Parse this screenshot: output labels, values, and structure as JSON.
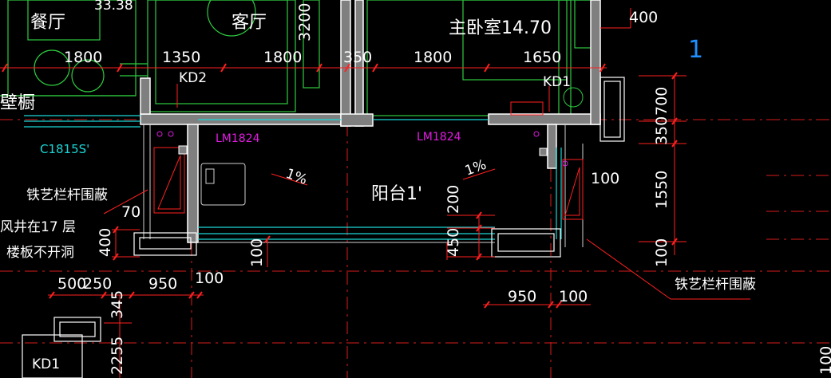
{
  "drawing": {
    "rooms": {
      "dining": "餐厅",
      "living": "客厅",
      "master_bedroom": "主卧室14.70",
      "balcony": "阳台1'",
      "cabinet_fragment": "壁橱",
      "top_left_cut": "33.38"
    },
    "sheet_number": "1",
    "top_dimensions": [
      "1800",
      "1350",
      "1800",
      "350",
      "1800",
      "1650"
    ],
    "vertical_top_dim": "3200",
    "right_top_dim": "400",
    "right_vertical_dims": [
      "700",
      "350",
      "1550",
      "100"
    ],
    "door_labels": {
      "kd2": "KD2",
      "kd1_top": "KD1",
      "kd1_bottom": "KD1"
    },
    "window_labels": {
      "c1815": "C1815S'",
      "lm_left": "LM1824",
      "lm_right": "LM1824"
    },
    "slopes": {
      "left": "1%",
      "right": "1%"
    },
    "railing_notes": {
      "left": "铁艺栏杆围蔽",
      "right": "铁艺栏杆围蔽"
    },
    "shaft_note": {
      "line1": "风井在17 层",
      "line2": "楼板不开洞"
    },
    "balcony_dims": {
      "d70": "70",
      "d400": "400",
      "d100_left": "100",
      "d200": "200",
      "d450": "450",
      "d100_right": "100"
    },
    "bottom_dims": {
      "d500": "500",
      "d250": "250",
      "d950_left": "950",
      "d100_left": "100",
      "d950_right": "950",
      "d100_right": "100"
    },
    "left_vertical_dims": {
      "d345": "345",
      "d2255": "2255"
    },
    "edge_fragment": "100",
    "colors": {
      "background": "#000000",
      "wall": "#ffffff",
      "wall_fill": "#7f7f7f",
      "dimension_line": "#ff2020",
      "outline_green": "#2ecc40",
      "cyan": "#19d6d6",
      "magenta": "#e21ce2",
      "axis_blue": "#1f8fff"
    }
  }
}
